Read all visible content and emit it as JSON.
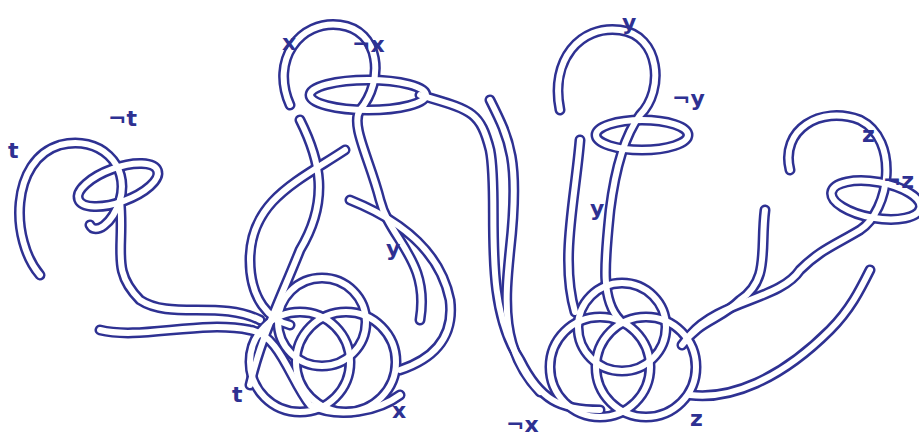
{
  "diagram": {
    "labels": [
      "t",
      "¬t",
      "x",
      "¬x",
      "y",
      "¬y",
      "z",
      "¬z",
      "y",
      "y",
      "t",
      "x",
      "¬x",
      "z"
    ]
  }
}
